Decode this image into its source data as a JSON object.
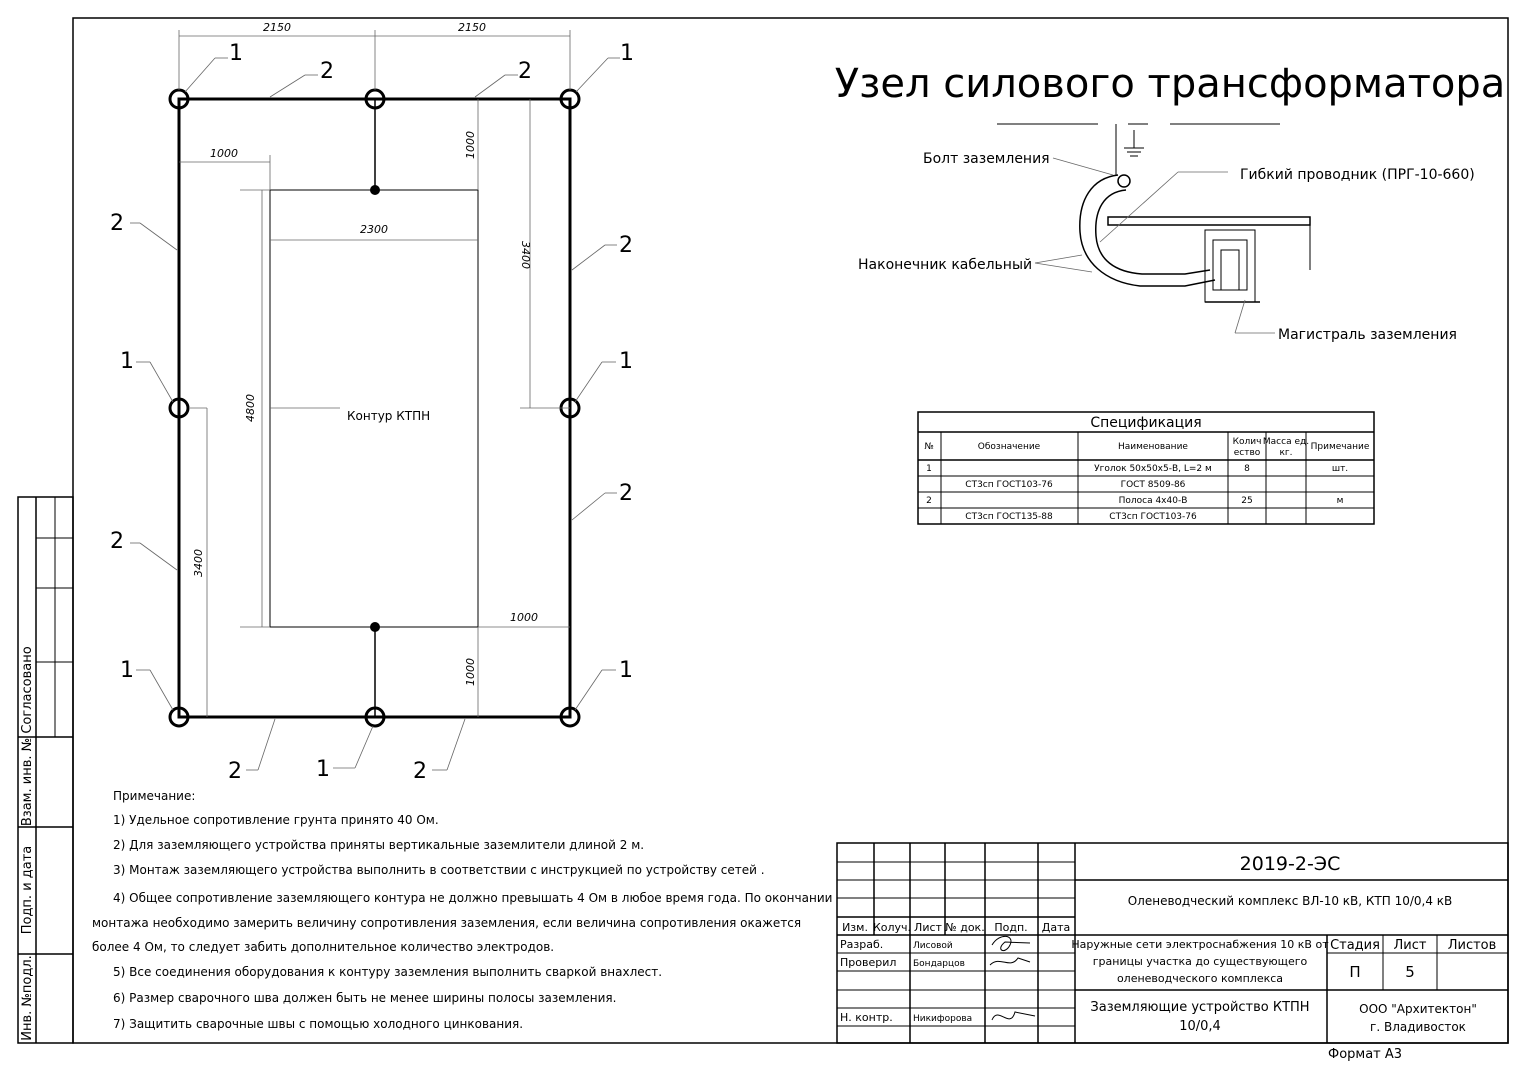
{
  "title": "Узел силового трансформатора",
  "plan": {
    "dims": {
      "top_left": "2150",
      "top_right": "2150",
      "left_offset": "1000",
      "inner_width": "2300",
      "top_gap": "1000",
      "right_height": "3400",
      "inner_height": "4800",
      "left_height": "3400",
      "bottom_offset": "1000",
      "bottom_gap": "1000"
    },
    "contour_label": "Контур КТПН",
    "marker_1": "1",
    "marker_2": "2"
  },
  "detail": {
    "bolt": "Болт заземления",
    "flex": "Гибкий проводник (ПРГ-10-660)",
    "lug": "Наконечник кабельный",
    "main": "Магистраль заземления"
  },
  "spec": {
    "title": "Спецификация",
    "headers": [
      "№",
      "Обозначение",
      "Наименование",
      "Колич ество",
      "Масса ед. кг.",
      "Примечание"
    ],
    "rows": [
      [
        "1",
        "",
        "Уголок 50х50х5-В, L=2 м",
        "8",
        "",
        "шт."
      ],
      [
        "",
        "СТ3сп ГОСТ103-76",
        "ГОСТ 8509-86",
        "",
        "",
        ""
      ],
      [
        "2",
        "",
        "Полоса 4х40-В",
        "25",
        "",
        "м"
      ],
      [
        "",
        "СТ3сп ГОСТ135-88",
        "СТ3сп ГОСТ103-76",
        "",
        "",
        ""
      ]
    ]
  },
  "notes": {
    "title": "Примечание:",
    "n1": "1) Удельное сопротивление грунта принято 40 Ом.",
    "n2": "2) Для заземляющего устройства приняты вертикальные заземлители длиной 2 м.",
    "n3": "3) Монтаж заземляющего устройства выполнить в соответствии с инструкцией по устройству сетей .",
    "n4a": "4) Общее сопротивление заземляющего контура не должно превышать 4 Ом в любое время года. По окончании",
    "n4b": "монтажа необходимо замерить величину сопротивления заземления, если величина  сопротивления окажется",
    "n4c": "более 4 Ом, то следует забить дополнительное количество  электродов.",
    "n5": "5) Все соединения оборудования к контуру заземления выполнить сваркой внахлест.",
    "n6": "6)  Размер сварочного шва должен быть не менее ширины полосы заземления.",
    "n7": "7) Защитить сварочные швы с помощью холодного цинкования."
  },
  "side_stamp": {
    "agreed": "Согласовано",
    "inv_zam": "Взам. инв. №",
    "sign_date": "Подп. и дата",
    "inv_orig": "Инв. №подл."
  },
  "title_block": {
    "code": "2019-2-ЭС",
    "project": "Оленеводческий комплекс ВЛ-10 кВ, КТП 10/0,4 кВ",
    "section": "Наружные сети электроснабжения 10 кВ от границы участка до существующего оленеводческого комплекса",
    "sheet_name": "Заземляющие устройство КТПН 10/0,4",
    "company": "ООО \"Архитектон\" г. Владивосток",
    "stage_label": "Стадия",
    "sheet_label": "Лист",
    "sheets_label": "Листов",
    "stage_value": "П",
    "sheet_value": "5",
    "col_izm": "Изм.",
    "col_koluch": "Колуч.",
    "col_list": "Лист",
    "col_doc": "№ док.",
    "col_podp": "Подп.",
    "col_data": "Дата",
    "razrab": "Разраб.",
    "razrab_name": "Лисовой",
    "proveril": "Проверил",
    "proveril_name": "Бондарцов",
    "nkontr": "Н. контр.",
    "nkontr_name": "Никифорова"
  },
  "format": "Формат А3"
}
